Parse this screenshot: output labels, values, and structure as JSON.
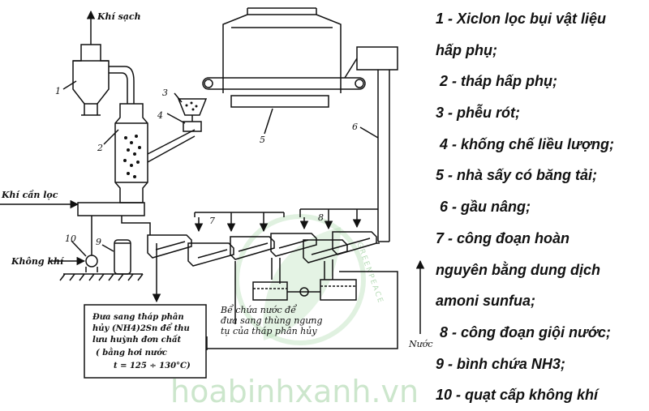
{
  "diagram": {
    "labels": {
      "clean_air": "Khí sạch",
      "air_to_clean": "Khí cần lọc",
      "air": "Không khí",
      "water": "Nước",
      "n1": "1",
      "n2": "2",
      "n3": "3",
      "n4": "4",
      "n5": "5",
      "n6": "6",
      "n7": "7",
      "n8": "8",
      "n9": "9",
      "n10": "10"
    },
    "left_box_lines": [
      "Đưa sang tháp phân",
      "hủy (NH4)2Sn để thu",
      "lưu huỳnh đơn chất",
      "( bằng hơi nước",
      "t = 125 ÷ 130°C)"
    ],
    "middle_note_lines": [
      "Bể chứa nước để",
      "đưa sang thùng ngưng",
      "tụ của tháp phân hủy"
    ]
  },
  "legend": {
    "items": [
      "1 - Xiclon lọc bụi vật liệu",
      "hấp phụ;",
      "2 - tháp hấp phụ;",
      "3 - phễu rót;",
      "4 - khống chế liều lượng;",
      "5 - nhà sấy có băng tải;",
      "6 - gầu nâng;",
      "7 - công đoạn hoàn",
      "nguyên bằng dung dịch",
      "amoni sunfua;",
      "8 - công đoạn giội nước;",
      "9 - bình chứa NH3;",
      "10 - quạt cấp không khí"
    ]
  },
  "watermark": {
    "brand": "hoabinhxanh.vn",
    "arc_text": "GREENPEACE"
  },
  "colors": {
    "ink": "#111111",
    "watermark": "#8fc98f"
  }
}
